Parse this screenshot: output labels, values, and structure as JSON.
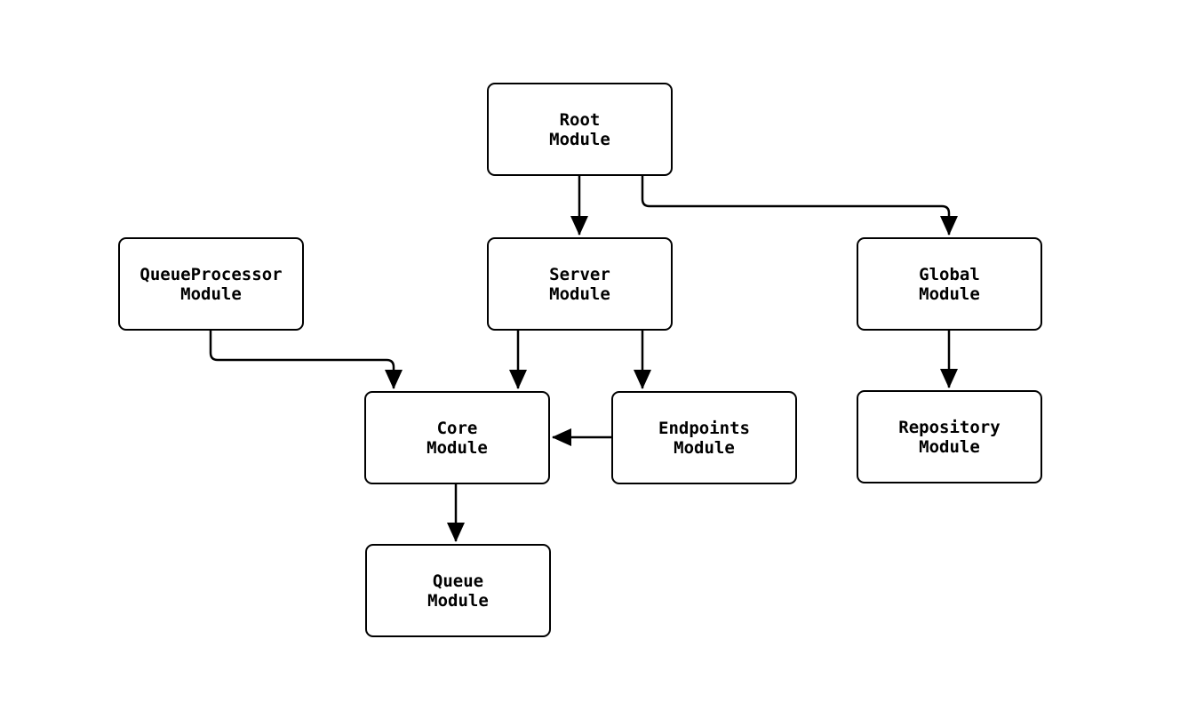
{
  "diagram": {
    "type": "module-dependency-flowchart",
    "background_color": "#ffffff",
    "stroke_color": "#000000",
    "text_color": "#000000"
  },
  "nodes": {
    "root": {
      "line1": "Root",
      "line2": "Module"
    },
    "queueprocessor": {
      "line1": "QueueProcessor",
      "line2": "Module"
    },
    "server": {
      "line1": "Server",
      "line2": "Module"
    },
    "global": {
      "line1": "Global",
      "line2": "Module"
    },
    "core": {
      "line1": "Core",
      "line2": "Module"
    },
    "endpoints": {
      "line1": "Endpoints",
      "line2": "Module"
    },
    "repository": {
      "line1": "Repository",
      "line2": "Module"
    },
    "queue": {
      "line1": "Queue",
      "line2": "Module"
    }
  },
  "edges": [
    {
      "from": "Root Module",
      "to": "Server Module"
    },
    {
      "from": "Root Module",
      "to": "Global Module"
    },
    {
      "from": "QueueProcessor Module",
      "to": "Core Module"
    },
    {
      "from": "Server Module",
      "to": "Core Module"
    },
    {
      "from": "Server Module",
      "to": "Endpoints Module"
    },
    {
      "from": "Endpoints Module",
      "to": "Core Module"
    },
    {
      "from": "Global Module",
      "to": "Repository Module"
    },
    {
      "from": "Core Module",
      "to": "Queue Module"
    }
  ]
}
